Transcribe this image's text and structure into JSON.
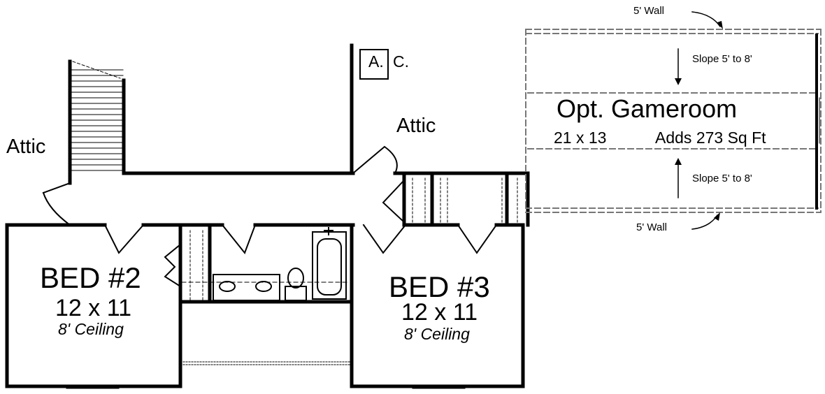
{
  "rooms": {
    "bed2": {
      "name": "BED #2",
      "size": "12 x 11",
      "ceiling": "8' Ceiling"
    },
    "bed3": {
      "name": "BED #3",
      "size": "12 x 11",
      "ceiling": "8' Ceiling"
    },
    "gameroom": {
      "name": "Opt. Gameroom",
      "size": "21 x 13",
      "adds": "Adds 273 Sq Ft"
    }
  },
  "attic_left": "Attic",
  "attic_right": "Attic",
  "ac": {
    "a": "A.",
    "c": "C."
  },
  "slope_top": "Slope 5' to 8'",
  "slope_bottom": "Slope 5' to 8'",
  "wall_top": "5' Wall",
  "wall_bottom": "5' Wall"
}
